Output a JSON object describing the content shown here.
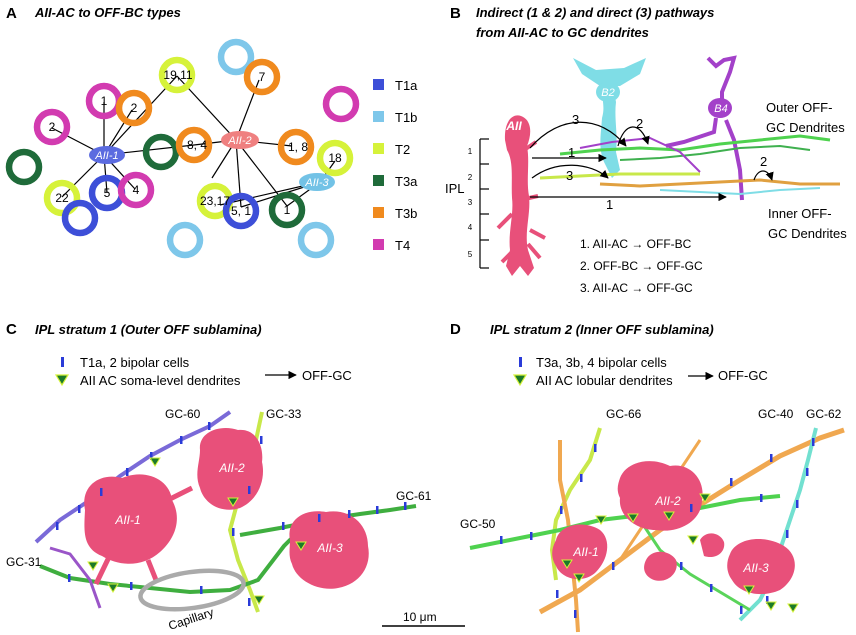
{
  "panelA": {
    "letter": "A",
    "title": "AII-AC to OFF-BC types",
    "legend": [
      {
        "label": "T1a",
        "color": "#3d4fd8"
      },
      {
        "label": "T1b",
        "color": "#7ec7ea"
      },
      {
        "label": "T2",
        "color": "#d6f23a"
      },
      {
        "label": "T3a",
        "color": "#1f6b3a"
      },
      {
        "label": "T3b",
        "color": "#f08a1e"
      },
      {
        "label": "T4",
        "color": "#d23bb0"
      }
    ],
    "amacrine": [
      "AII-1",
      "AII-2",
      "AII-3"
    ],
    "ring_labels": [
      "1",
      "2",
      "2",
      "19,11",
      "22",
      "5",
      "4",
      "8, 4",
      "7",
      "1, 8",
      "18",
      "23,17",
      "5, 1",
      "1"
    ]
  },
  "panelB": {
    "letter": "B",
    "title_line1": "Indirect (1 & 2) and direct (3) pathways",
    "title_line2": "from AII-AC to GC dendrites",
    "labels": {
      "aii": "AII",
      "b2": "B2",
      "b4": "B4",
      "ipl": "IPL",
      "outer1": "Outer OFF-",
      "outer2": "GC Dendrites",
      "inner1": "Inner OFF-",
      "inner2": "GC Dendrites"
    },
    "strata": [
      "1",
      "2",
      "3",
      "4",
      "5"
    ],
    "arrow_numbers": [
      "3",
      "2",
      "1",
      "3",
      "2",
      "1"
    ],
    "pathways": [
      "1. AII-AC → OFF-BC",
      "2. OFF-BC → OFF-GC",
      "3. AII-AC → OFF-GC"
    ],
    "colors": {
      "aii": "#e8507a",
      "b2": "#7fdde6",
      "b4": "#a341c9",
      "outer": "#4fd24f",
      "inner": "#e0a040"
    }
  },
  "panelC": {
    "letter": "C",
    "title": "IPL stratum 1 (Outer OFF sublamina)",
    "legend1": "T1a, 2 bipolar cells",
    "legend2": "AII AC soma-level dendrites",
    "target": "OFF-GC",
    "labels": {
      "gc60": "GC-60",
      "gc33": "GC-33",
      "gc61": "GC-61",
      "gc31": "GC-31",
      "aii1": "AII-1",
      "aii2": "AII-2",
      "aii3": "AII-3",
      "capillary": "Capillary"
    },
    "scale": "10 μm"
  },
  "panelD": {
    "letter": "D",
    "title": "IPL stratum 2 (Inner OFF sublamina)",
    "legend1": "T3a, 3b, 4 bipolar cells",
    "legend2": "AII AC lobular dendrites",
    "target": "OFF-GC",
    "labels": {
      "gc66": "GC-66",
      "gc40": "GC-40",
      "gc62": "GC-62",
      "gc50": "GC-50",
      "aii1": "AII-1",
      "aii2": "AII-2",
      "aii3": "AII-3"
    }
  }
}
